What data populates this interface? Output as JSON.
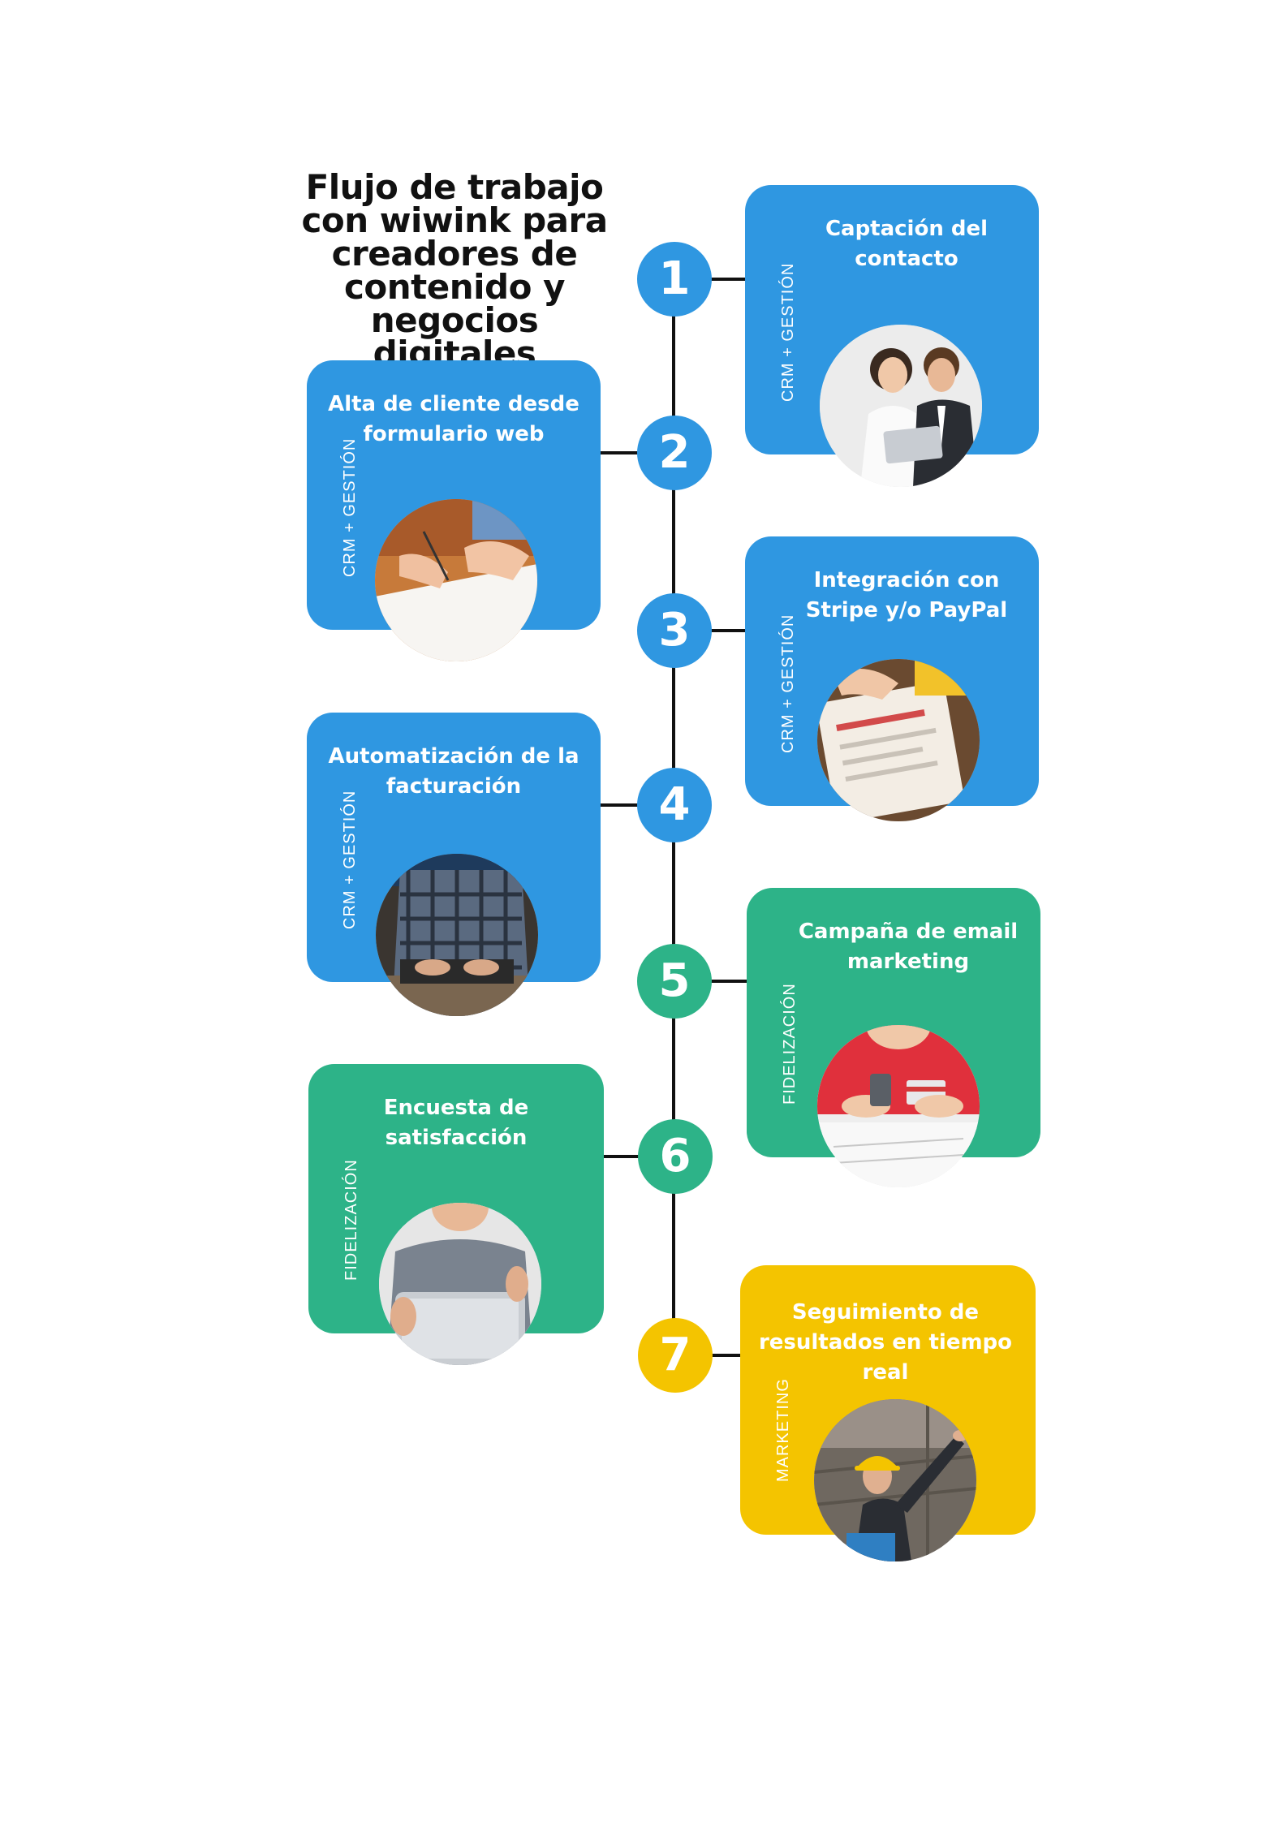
{
  "title_lines": [
    "Flujo de trabajo",
    "con wiwink para",
    "creadores de",
    "contenido y",
    "negocios digitales"
  ],
  "colors": {
    "blue": "#2f97e1",
    "green": "#2db388",
    "yellow": "#f4c400",
    "line": "#111111"
  },
  "steps": [
    {
      "number": "1",
      "title": "Captación del contacto",
      "tag": "CRM + GESTIÓN",
      "color": "blue",
      "photo": "business-people-laptop"
    },
    {
      "number": "2",
      "title": "Alta de cliente desde formulario web",
      "tag": "CRM + GESTIÓN",
      "color": "blue",
      "photo": "hands-signing-document"
    },
    {
      "number": "3",
      "title": "Integración con Stripe y/o PayPal",
      "tag": "CRM + GESTIÓN",
      "color": "blue",
      "photo": "documents-and-charts"
    },
    {
      "number": "4",
      "title": "Automatización de la facturación",
      "tag": "CRM + GESTIÓN",
      "color": "blue",
      "photo": "person-typing-laptop"
    },
    {
      "number": "5",
      "title": "Campaña de email marketing",
      "tag": "FIDELIZACIÓN",
      "color": "green",
      "photo": "phone-and-credit-card"
    },
    {
      "number": "6",
      "title": "Encuesta de satisfacción",
      "tag": "FIDELIZACIÓN",
      "color": "green",
      "photo": "person-holding-tablet"
    },
    {
      "number": "7",
      "title": "Seguimiento de resultados en tiempo real",
      "tag": "MARKETING",
      "color": "yellow",
      "photo": "worker-hard-hat-pointing"
    }
  ]
}
